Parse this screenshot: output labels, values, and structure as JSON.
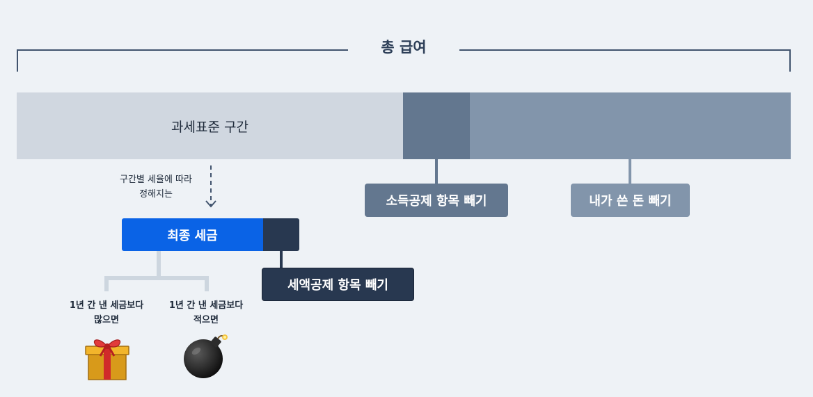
{
  "header": {
    "title": "총 급여"
  },
  "bar": {
    "tax_base_label": "과세표준 구간"
  },
  "deductions": {
    "income_deduction": "소득공제 항목 빼기",
    "spent_money": "내가 쓴 돈 빼기"
  },
  "note": {
    "line1": "구간별 세율에 따라",
    "line2": "정해지는"
  },
  "final_tax": {
    "label": "최종 세금",
    "tax_credit": "세액공제 항목 빼기"
  },
  "outcomes": {
    "more": {
      "line1": "1년 간 낸 세금보다",
      "line2": "많으면",
      "icon": "gift-icon"
    },
    "less": {
      "line1": "1년 간 낸 세금보다",
      "line2": "적으면",
      "icon": "bomb-icon"
    }
  },
  "colors": {
    "background": "#eef2f6",
    "tax_base": "#d0d7e0",
    "income_deduction": "#63778f",
    "spent_money": "#8295ab",
    "final_tax_blue": "#0a63e6",
    "dark_navy": "#283850"
  }
}
